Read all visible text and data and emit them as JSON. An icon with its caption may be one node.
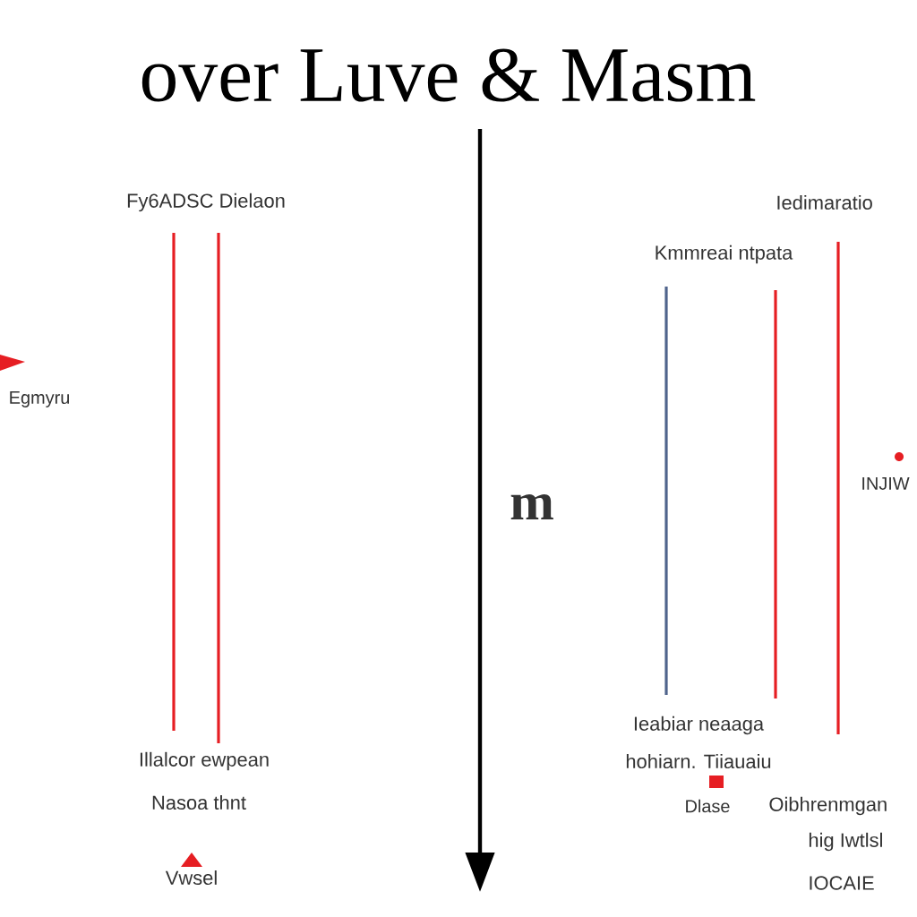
{
  "diagram": {
    "title": "over Luve & Masm",
    "labels": [
      "Fy6ADSC Dielaon",
      "Egmyru",
      "m",
      "Iedimaratio",
      "Kmmreai ntpata",
      "INJIW",
      "Illalcor ewpean",
      "Nasoa thnt",
      "Vwsel",
      "Ieabiar neaaga",
      "hohiarn. Tiiauaiu",
      "Dlase",
      "Oibhrenmgan",
      "hig Iwtlsl",
      "IOCAIE"
    ]
  }
}
